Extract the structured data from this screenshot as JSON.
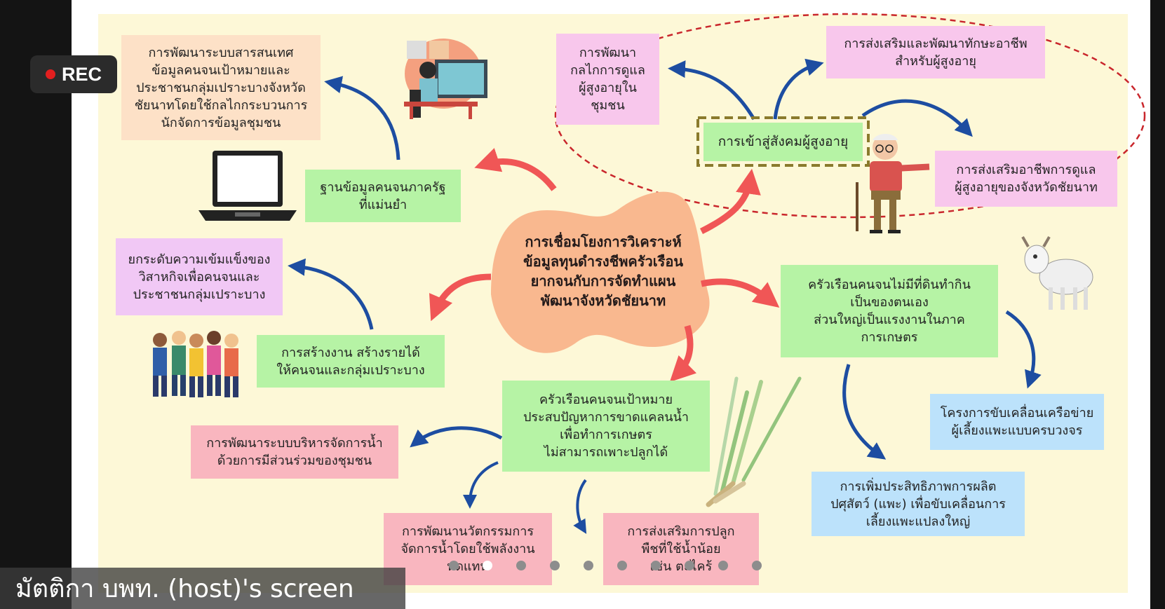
{
  "recording": {
    "label": "REC"
  },
  "caption": "มัตติกา บพท. (host)'s screen",
  "center": "การเชื่อมโยงการวิเคราะห์\nข้อมูลทุนดำรงชีพครัวเรือน\nยากจนกับการจัดทำแผน\nพัฒนาจังหวัดชัยนาท",
  "nodes": {
    "info_system": "การพัฒนาระบบสารสนเทศ\nข้อมูลคนจนเป้าหมายและ\nประชาชนกลุ่มเปราะบางจังหวัด\nชัยนาทโดยใช้กลไกกระบวนการ\nนักจัดการข้อมูลชุมชน",
    "database": "ฐานข้อมูลคนจนภาครัฐ\nที่แม่นยำ",
    "care_mechanism": "การพัฒนา\nกลไกการดูแล\nผู้สูงอายุใน\nชุมชน",
    "elder_society": "การเข้าสู่สังคมผู้สูงอายุ",
    "skill_promo": "การส่งเสริมและพัฒนาทักษะอาชีพ\nสำหรับผู้สูงอายุ",
    "caregiver": "การส่งเสริมอาชีพการดูแล\nผู้สูงอายุของจังหวัดชัยนาท",
    "social_enterprise": "ยกระดับความเข้มแข็งของ\nวิสาหกิจเพื่อคนจนและ\nประชาชนกลุ่มเปราะบาง",
    "jobs": "การสร้างงาน สร้างรายได้\nให้คนจนและกลุ่มเปราะบาง",
    "landless": "ครัวเรือนคนจนไม่มีที่ดินทำกิน\nเป็นของตนเอง\nส่วนใหญ่เป็นแรงงานในภาค\nการเกษตร",
    "water_shortage": "ครัวเรือนคนจนเป้าหมาย\nประสบปัญหาการขาดแคลนน้ำ\nเพื่อทำการเกษตร\nไม่สามารถเพาะปลูกได้",
    "water_mgmt": "การพัฒนาระบบบริหารจัดการน้ำ\nด้วยการมีส่วนร่วมของชุมชน",
    "water_innovation": "การพัฒนานวัตกรรมการ\nจัดการน้ำโดยใช้พลังงาน\nทดแทน",
    "low_water_crops": "การส่งเสริมการปลูก\nพืชที่ใช้น้ำน้อย\nเช่น ตะไคร้",
    "goat_network": "โครงการขับเคลื่อนเครือข่าย\nผู้เลี้ยงแพะแบบครบวงจร",
    "goat_production": "การเพิ่มประสิทธิภาพการผลิต\nปศุสัตว์ (แพะ) เพื่อขับเคลื่อนการ\nเลี้ยงแพะแปลงใหญ่"
  },
  "pager": {
    "count": 10,
    "active_index": 1
  },
  "colors": {
    "arrow_red": "#f05656",
    "arrow_blue": "#1d4da1",
    "blob": "#f9b88f",
    "dashed_red": "#c9262c",
    "dashed_olive": "#8a7a2c"
  }
}
